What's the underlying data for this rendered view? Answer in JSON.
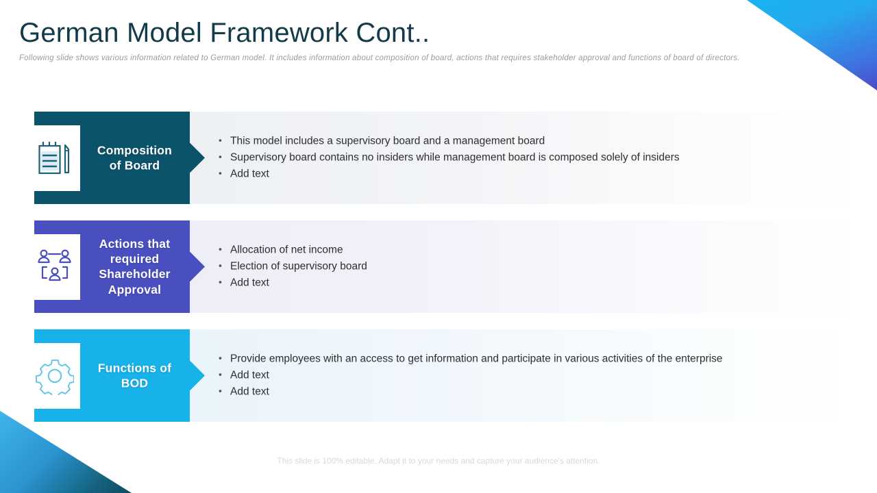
{
  "header": {
    "title": "German Model Framework Cont..",
    "subtitle": "Following slide shows various information related to German model. It includes information about composition of board, actions that requires stakeholder approval and functions of board of directors."
  },
  "colors": {
    "title": "#123A4A",
    "row1_accent": "#0b536b",
    "row2_accent": "#4a4fc0",
    "row3_accent": "#18b2eb",
    "corner_top_right_from": "#18b3f0",
    "corner_top_right_to": "#4a49c8",
    "corner_bottom_left_from": "#3fb6ea",
    "corner_bottom_left_to": "#0d4a62"
  },
  "rows": [
    {
      "id": "composition-of-board",
      "icon": "notepad-pencil-icon",
      "label_line1": "Composition",
      "label_line2": "of Board",
      "bullets": [
        "This model includes a supervisory board and a management board",
        "Supervisory board contains no insiders while management board is composed solely of insiders",
        "Add text"
      ]
    },
    {
      "id": "actions-that-required-shareholder-approval",
      "icon": "org-chart-people-icon",
      "label_line1": "Actions that",
      "label_line2": "required",
      "label_line3": "Shareholder",
      "label_line4": "Approval",
      "bullets": [
        "Allocation of net income",
        "Election of supervisory board",
        "Add text"
      ]
    },
    {
      "id": "functions-of-bod",
      "icon": "gear-icon",
      "label_line1": "Functions of",
      "label_line2": "BOD",
      "bullets": [
        "Provide employees with an access to get information and participate in various activities of the enterprise",
        "Add text",
        "Add text"
      ]
    }
  ],
  "bullet_glyph": "•",
  "footer": {
    "note": "This slide is 100% editable. Adapt it to your needs and capture your audience's attention."
  }
}
